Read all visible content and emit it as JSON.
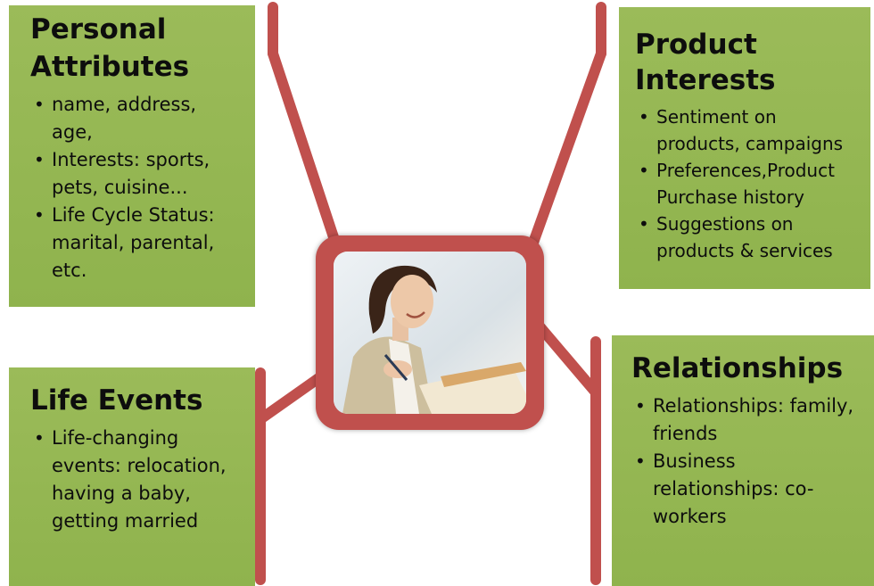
{
  "personal": {
    "title": "Personal Attributes",
    "items": [
      "name, address, age,",
      "Interests:  sports, pets, cuisine...",
      "Life Cycle Status: marital, parental, etc."
    ]
  },
  "product": {
    "title": "Product Interests",
    "items": [
      "Sentiment on products, campaigns",
      "Preferences,Product Purchase history",
      "Suggestions on products & services"
    ]
  },
  "life": {
    "title": "Life Events",
    "items": [
      "Life-changing events: relocation, having a baby, getting married"
    ]
  },
  "relationships": {
    "title": "Relationships",
    "items": [
      "Relationships: family, friends",
      "Business relationships: co-workers"
    ]
  },
  "colors": {
    "box_green": "#9bbb59",
    "connector_red": "#c0504d",
    "text": "#0d0d0d"
  },
  "center_image": "woman-writing-photo"
}
